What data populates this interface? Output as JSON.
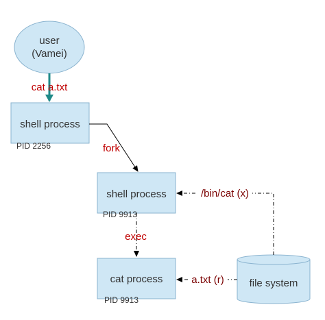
{
  "nodes": {
    "user": {
      "line1": "user",
      "line2": "(Vamei)"
    },
    "shell1": {
      "label": "shell process",
      "pid": "PID 2256"
    },
    "shell2": {
      "label": "shell process",
      "pid": "PID 9913"
    },
    "cat": {
      "label": "cat process",
      "pid": "PID 9913"
    },
    "fs": {
      "label": "file system"
    }
  },
  "edges": {
    "cat_cmd": "cat a.txt",
    "fork": "fork",
    "exec": "exec",
    "bin_cat": "/bin/cat (x)",
    "a_txt": "a.txt (r)"
  },
  "colors": {
    "box_fill": "#cfe7f5",
    "box_stroke": "#8ab3cf",
    "cmd_arrow": "#1f8a88",
    "edge_text": "#c00000"
  }
}
